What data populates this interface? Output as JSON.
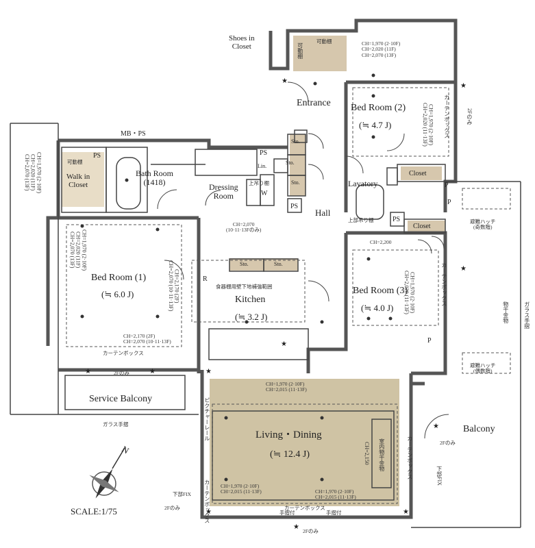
{
  "rooms": {
    "shoes_closet": "Shoes in\nCloset",
    "entrance": "Entrance",
    "bed2": "Bed Room (2)",
    "bed2_area": "(≒ 4.7 J)",
    "mbps": "MB・PS",
    "ps1": "PS",
    "ps2": "PS",
    "ps3": "PS",
    "ps4": "PS",
    "walkin": "Walk in\nCloset",
    "bath": "Bath Room\n(1418)",
    "dressing": "Dressing\nRoom",
    "lin": "Lin.",
    "w": "W",
    "sto1": "Sto.",
    "sto2": "Sto.",
    "sto3": "Sto.",
    "sto4": "Sto.",
    "sto5": "Sto.",
    "lavatory": "Lavatory",
    "closet1": "Closet",
    "closet2": "Closet",
    "hall": "Hall",
    "p1": "P",
    "p2": "P",
    "p3": "P",
    "bed1": "Bed Room (1)",
    "bed1_area": "(≒ 6.0 J)",
    "kitchen": "Kitchen",
    "kitchen_area": "(≒ 3.2 J)",
    "bed3": "Bed Room (3)",
    "bed3_area": "(≒ 4.0 J)",
    "service_balcony": "Service Balcony",
    "living": "Living・Dining",
    "living_area": "(≒ 12.4 J)",
    "balcony": "Balcony",
    "r": "R"
  },
  "notes": {
    "kadotana1": "可動棚",
    "kadotana2": "可動棚",
    "kadotana3": "可動棚",
    "ch_bed2": "CH=1,970 (2·10F)\nCH=2,020 (11F)\nCH=2,070 (13F)",
    "ch_walkin": "CH=1,970 (2·10F)\nCH=2,020 (11F)\nCH=2,070 (13F)",
    "ch_bed1_v": "CH=1,970 (2·10F)\nCH=2,020 (11F)\nCH=2,070 (13F)",
    "ch_bed1_bottom": "CH=2,170 (2F)\nCH=2,070 (10·11·13F)",
    "ch_dressing": "CH=2,070\n(10·11·13Fのみ)",
    "ch_kitchen_v": "CH=2,170 (2F)\nCH=2,070 (10·11·13F)",
    "ch_2200": "CH=2,200",
    "ch_bed3_v": "CH=1,970 (2·10F)\nCH=2,020 (11·13F)",
    "ch_bed2_v": "CH=1,970 (2·10F)\nCH=2,020 (11·13F)",
    "ch_living_top": "CH=1,970 (2·10F)\nCH=2,015 (11·13F)",
    "ch_living_bl": "CH=1,970 (2·10F)\nCH=2,015 (11·13F)",
    "ch_living_br": "CH=1,970 (2·10F)\nCH=2,015 (11·13F)",
    "ch_living_v": "CH=2,150",
    "curtain1": "カーテンボックス",
    "curtain2": "カーテンボックス",
    "curtain3": "カーテンボックス",
    "curtain4": "カーテンボックス",
    "curtain5": "カーテンボックス",
    "curtain6": "カーテンボックス",
    "kitchen_note": "食器棚用壁下地補強範囲",
    "glass1": "ガラス手摺",
    "glass2": "ガラス手摺",
    "hatch1": "避難ハッチ\n(奇数階)",
    "hatch2": "避難ハッチ\n(偶数階)",
    "monohoshi": "物干金物",
    "shitsunai": "室内物干金物",
    "picture_rail": "ピクチャーレール",
    "only2f_1": "2Fのみ",
    "only2f_2": "2Fのみ",
    "only2f_3": "2Fのみ",
    "only2f_4": "2Fのみ",
    "only2f_5": "2Fのみ",
    "shita_fix1": "下部FIX",
    "shita_fix2": "下部FIX",
    "tesuri1": "手摺付",
    "tesuri2": "手摺付",
    "kamidana1": "上吊り棚",
    "kamidana2": "上部吊り棚"
  },
  "compass": {
    "north": "N"
  },
  "scale": "SCALE:1/75",
  "colors": {
    "living_fill": "#cfc3a4",
    "sto_fill": "#d6c7ad",
    "wall": "#555555",
    "line": "#333333"
  }
}
